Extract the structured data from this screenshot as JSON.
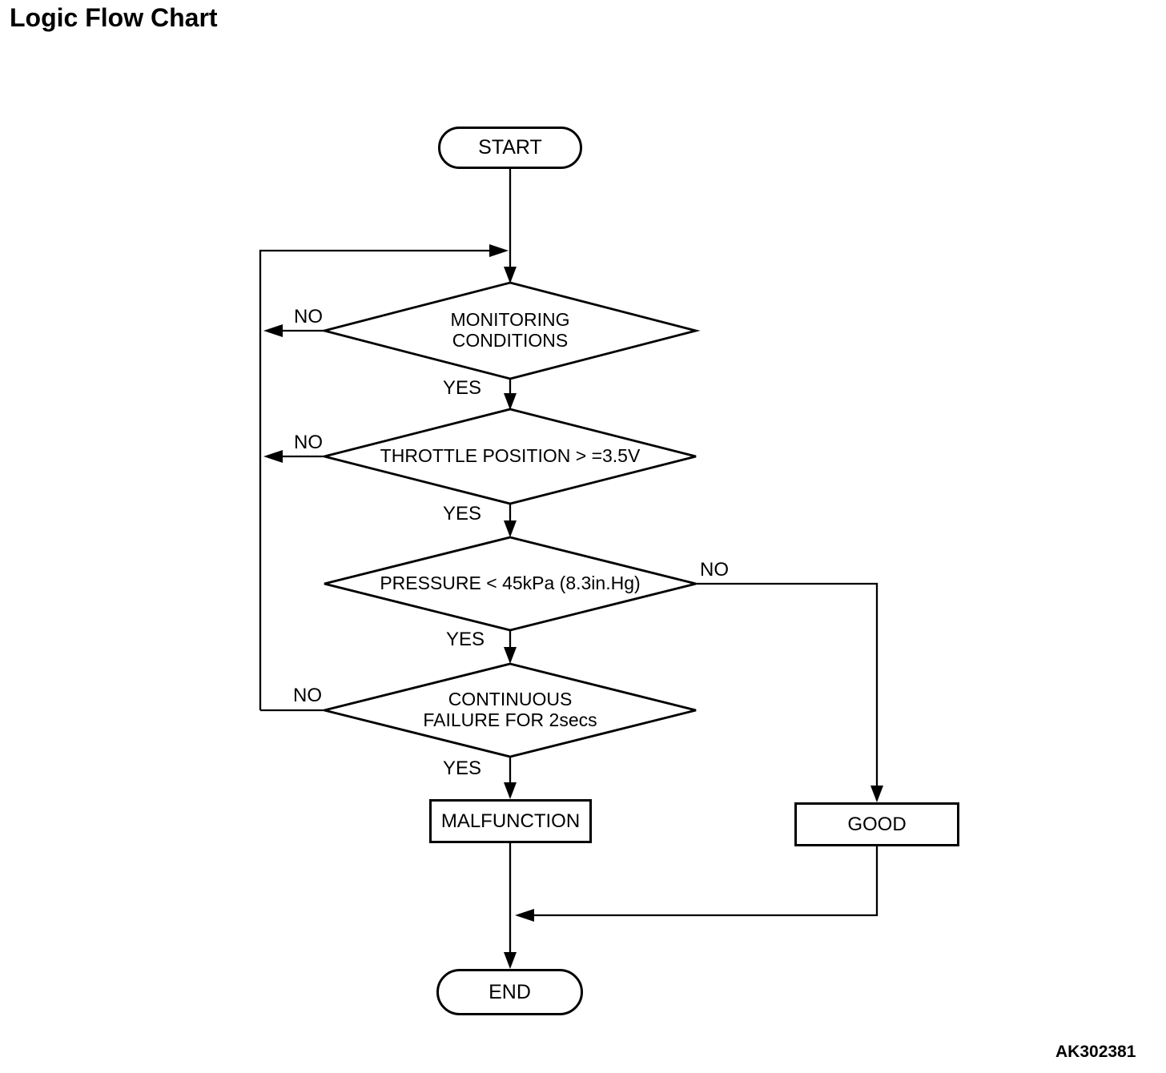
{
  "title": "Logic Flow Chart",
  "doc_code": "AK302381",
  "colors": {
    "line": "#000000",
    "background": "#ffffff"
  },
  "nodes": {
    "start": {
      "type": "terminal",
      "label": "START"
    },
    "monitoring": {
      "type": "decision",
      "label": "MONITORING\nCONDITIONS"
    },
    "throttle": {
      "type": "decision",
      "label": "THROTTLE POSITION > =3.5V"
    },
    "pressure": {
      "type": "decision",
      "label": "PRESSURE < 45kPa (8.3in.Hg)"
    },
    "continuous": {
      "type": "decision",
      "label": "CONTINUOUS\nFAILURE FOR 2secs"
    },
    "malfunction": {
      "type": "process",
      "label": "MALFUNCTION"
    },
    "good": {
      "type": "process",
      "label": "GOOD"
    },
    "end": {
      "type": "terminal",
      "label": "END"
    }
  },
  "edges": {
    "monitoring": {
      "no": "NO",
      "yes": "YES"
    },
    "throttle": {
      "no": "NO",
      "yes": "YES"
    },
    "pressure": {
      "no": "NO",
      "yes": "YES"
    },
    "continuous": {
      "no": "NO",
      "yes": "YES"
    }
  }
}
